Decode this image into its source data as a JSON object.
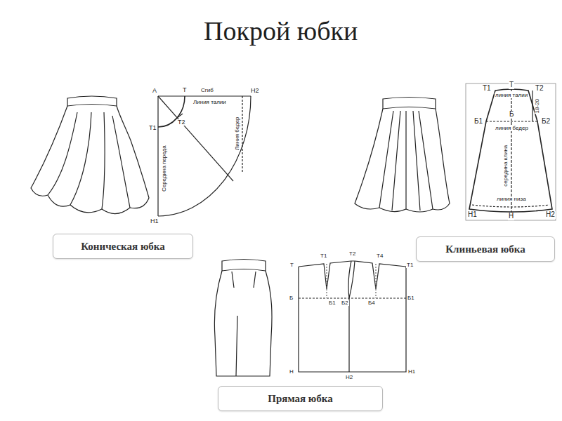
{
  "diagram": {
    "title": "Покрой юбки",
    "nodes": [
      {
        "text": [
          "Коническая юбка"
        ]
      },
      {
        "text": [
          "Клиньевая юбка"
        ]
      },
      {
        "text": [
          "Прямая юбка"
        ]
      }
    ],
    "labels": [
      "А",
      "Т",
      "Сгиб",
      "Н2",
      "Т1",
      "Т2",
      "Н1",
      "Линия талии",
      "Середина переда",
      "Линия бедер",
      "Т1",
      "Т",
      "Т2",
      "линия талии",
      "18-20",
      "Б1",
      "Б",
      "Б2",
      "линия бедер",
      "середина клина",
      "линия низа",
      "Н1",
      "Н",
      "Н2",
      "Т",
      "Т1",
      "Т2",
      "Т4",
      "Т1",
      "Б",
      "Б1",
      "Б2",
      "Б4",
      "Б1",
      "Н",
      "Н2",
      "Н1"
    ]
  }
}
